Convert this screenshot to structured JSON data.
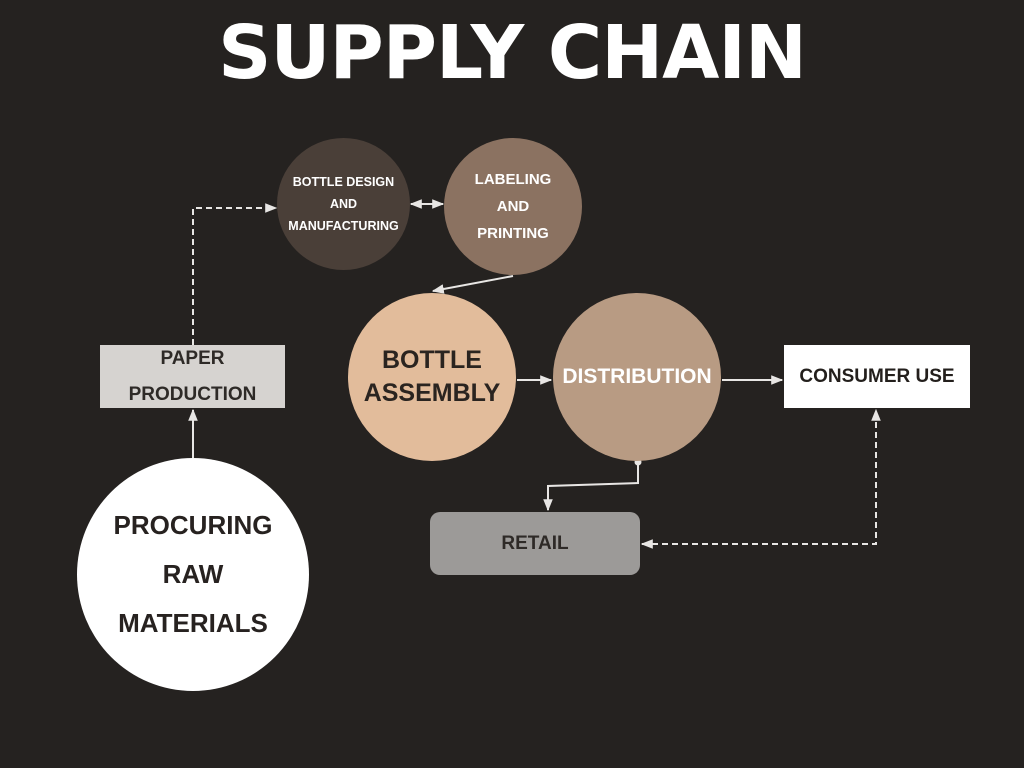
{
  "title": "SUPPLY CHAIN",
  "colors": {
    "background": "#252220",
    "arrow": "#e8e6e4"
  },
  "nodes": {
    "bottle_design": "BOTTLE DESIGN\nAND\nMANUFACTURING",
    "labeling": "LABELING\nAND\nPRINTING",
    "bottle_assembly": "BOTTLE\nASSEMBLY",
    "distribution": "DISTRIBUTION",
    "paper_production": "PAPER\nPRODUCTION",
    "consumer_use": "CONSUMER USE",
    "retail": "RETAIL",
    "procuring_raw_materials": "PROCURING\nRAW\nMATERIALS"
  },
  "edges": [
    {
      "from": "procuring_raw_materials",
      "to": "paper_production",
      "style": "solid"
    },
    {
      "from": "paper_production",
      "to": "bottle_design",
      "style": "dashed"
    },
    {
      "from": "bottle_design",
      "to": "labeling",
      "style": "solid",
      "bidirectional": true
    },
    {
      "from": "labeling",
      "to": "bottle_assembly",
      "style": "solid"
    },
    {
      "from": "bottle_assembly",
      "to": "distribution",
      "style": "solid"
    },
    {
      "from": "distribution",
      "to": "consumer_use",
      "style": "solid"
    },
    {
      "from": "distribution",
      "to": "retail",
      "style": "solid"
    },
    {
      "from": "retail",
      "to": "consumer_use",
      "style": "dashed",
      "bidirectional": true
    }
  ]
}
